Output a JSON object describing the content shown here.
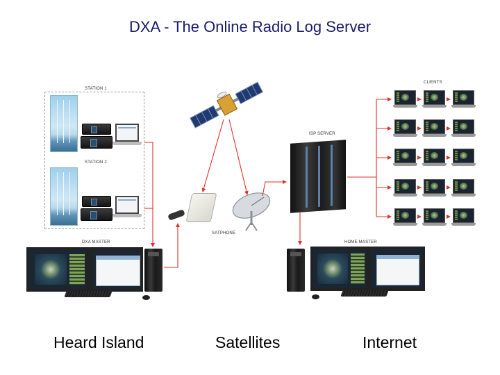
{
  "title": "DXA - The Online Radio Log Server",
  "diagram_labels": {
    "station1": "STATION 1",
    "station2": "STATION 2",
    "dxa_master": "DXA MASTER",
    "satphone": "SATPHONE",
    "isp_server": "ISP SERVER",
    "clients": "CLIENTS",
    "home_master": "HOME MASTER"
  },
  "bottom_labels": {
    "left": "Heard Island",
    "center": "Satellites",
    "right": "Internet"
  },
  "colors": {
    "arrow": "#e0312b",
    "title": "#1b1b6b"
  },
  "icons": [
    "satellite-icon",
    "satphone-icon",
    "dish-antenna-icon",
    "server-icon",
    "client-laptop-icon",
    "workstation-icon"
  ]
}
